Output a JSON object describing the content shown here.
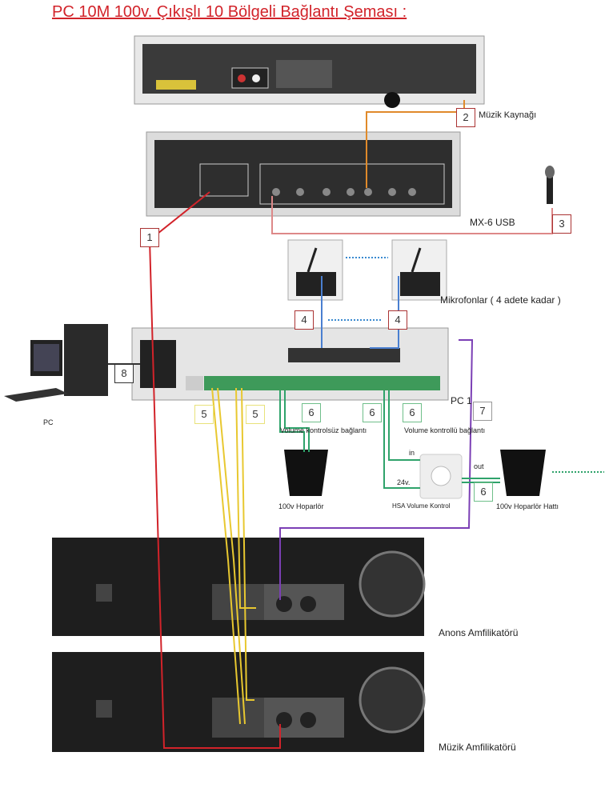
{
  "title": "PC 10M 100v. Çıkışlı 10 Bölgeli Bağlantı Şeması :",
  "labels": {
    "music_source": "Müzik Kaynağı",
    "mixer": "MX-6 USB",
    "microphones": "Mikrofonlar ( 4 adete kadar )",
    "pc": "PC",
    "pc_device": "PC 1",
    "no_volume": "Volume kontrolsüz bağlantı",
    "with_volume": "Volume kontrollü bağlantı",
    "in": "in",
    "out": "out",
    "v24": "24v.",
    "speaker": "100v Hoparlör",
    "volume_control": "HSA Volume Kontrol",
    "speaker_line": "100v Hoparlör Hattı",
    "announce_amp": "Anons Amfilikatörü",
    "music_amp": "Müzik Amfilikatörü"
  },
  "markers": [
    "1",
    "2",
    "3",
    "4",
    "4",
    "5",
    "5",
    "6",
    "6",
    "6",
    "6",
    "7",
    "8"
  ],
  "colors": {
    "red": "#d2232a",
    "yellow": "#e8c830",
    "green": "#2fa36b",
    "purple": "#7b3fb5",
    "orange": "#e08a2a",
    "blue": "#4a7fd0"
  }
}
